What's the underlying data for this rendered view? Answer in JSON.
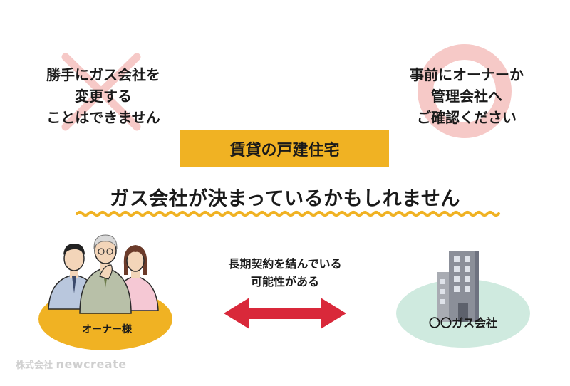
{
  "ng_notice": {
    "lines": [
      "勝手にガス会社を",
      "変更する",
      "ことはできません"
    ]
  },
  "ok_notice": {
    "lines": [
      "事前にオーナーか",
      "管理会社へ",
      "ご確認ください"
    ]
  },
  "badge": {
    "label": "賃貸の戸建住宅"
  },
  "headline": {
    "text": "ガス会社が決まっているかもしれません"
  },
  "contract": {
    "lines": [
      "長期契約を結んでいる",
      "可能性がある"
    ]
  },
  "owner": {
    "label": "オーナー様"
  },
  "gas_company": {
    "label": "〇〇ガス会社"
  },
  "credit": {
    "prefix": "株式会社",
    "brand": "newcreate"
  },
  "colors": {
    "accent_yellow": "#f0b223",
    "ng_pink": "#f6c9c7",
    "arrow_red": "#d9283a",
    "gas_mint": "#cfeadf",
    "wave_yellow": "#f0b223"
  }
}
